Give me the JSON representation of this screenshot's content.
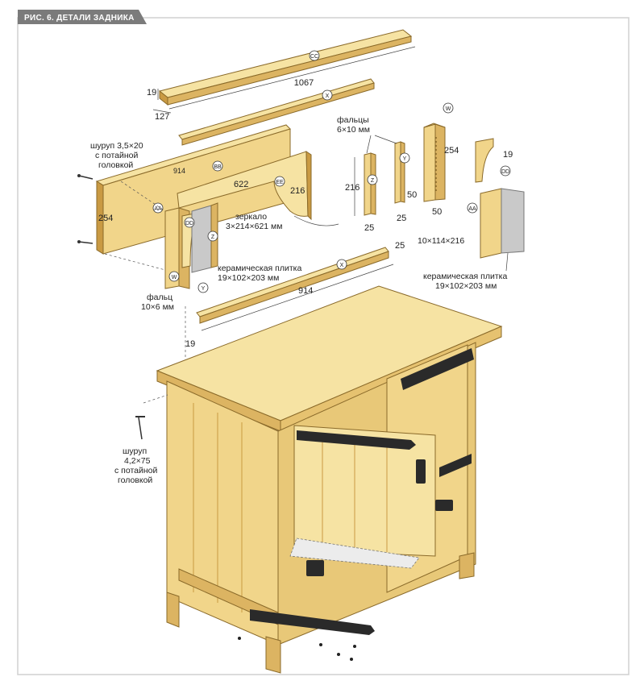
{
  "title": "РИС. 6. ДЕТАЛИ ЗАДНИКА",
  "colors": {
    "wood": "#f3d98c",
    "wood_dark": "#dcb462",
    "wood_edge": "#c99a43",
    "metal": "#2a2a2a",
    "tile": "#c9c9c9",
    "title_bg": "#7b7b7b"
  },
  "labels": {
    "screw_small": [
      "шуруп 3,5×20",
      "с потайной",
      "головкой"
    ],
    "mirror": [
      "зеркало",
      "3×214×621 мм"
    ],
    "tile_left": [
      "керамическая плитка",
      "19×102×203 мм"
    ],
    "tile_right": [
      "керамическая плитка",
      "19×102×203 мм"
    ],
    "rebate_top": [
      "фальцы",
      "6×10 мм"
    ],
    "rebate_left": [
      "фальц",
      "10×6 мм"
    ],
    "part_aa_size": "10×114×216",
    "screw_large": [
      "шуруп",
      "4,2×75",
      "с потайной",
      "головкой"
    ]
  },
  "dims": {
    "d1067": "1067",
    "d19a": "19",
    "d127": "127",
    "d914a": "914",
    "d254a": "254",
    "d622": "622",
    "d216a": "216",
    "d216b": "216",
    "d25a": "25",
    "d25b": "25",
    "d254b": "254",
    "d50a": "50",
    "d50b": "50",
    "d19b": "19",
    "d25c": "25",
    "d914b": "914",
    "d19c": "19"
  },
  "tags": {
    "cc": "CC",
    "x1": "X",
    "x2": "X",
    "bb": "BB",
    "ee": "EE",
    "aa1": "AA",
    "dd1": "DD",
    "z1": "Z",
    "w1": "W",
    "y1": "Y",
    "z2": "Z",
    "y2": "Y",
    "w2": "W",
    "dd2": "DD",
    "aa2": "AA"
  }
}
